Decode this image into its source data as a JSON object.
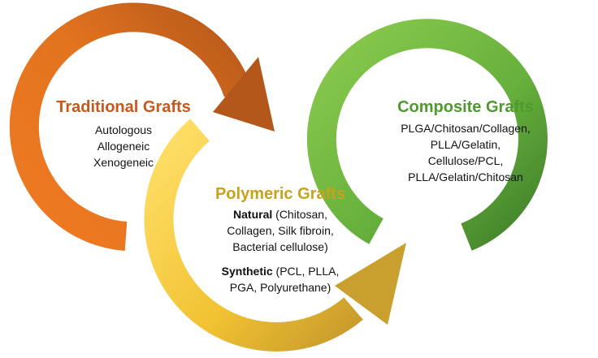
{
  "traditional": {
    "title": "Traditional Grafts",
    "items": [
      "Autologous",
      "Allogeneic",
      "Xenogeneic"
    ],
    "color": "#C65A1E"
  },
  "polymeric": {
    "title": "Polymeric Grafts",
    "natural_label": "Natural",
    "natural_text_1": " (Chitosan,",
    "natural_text_2": "Collagen, Silk fibroin,",
    "natural_text_3": "Bacterial cellulose)",
    "synthetic_label": "Synthetic",
    "synthetic_text_1": " (PCL, PLLA,",
    "synthetic_text_2": "PGA, Polyurethane)",
    "color": "#C7A21C"
  },
  "composite": {
    "title": "Composite Grafts",
    "items": [
      "PLGA/Chitosan/Collagen,",
      "PLLA/Gelatin,",
      "Cellulose/PCL,",
      "PLLA/Gelatin/Chitosan"
    ],
    "color": "#4F9A2E"
  }
}
